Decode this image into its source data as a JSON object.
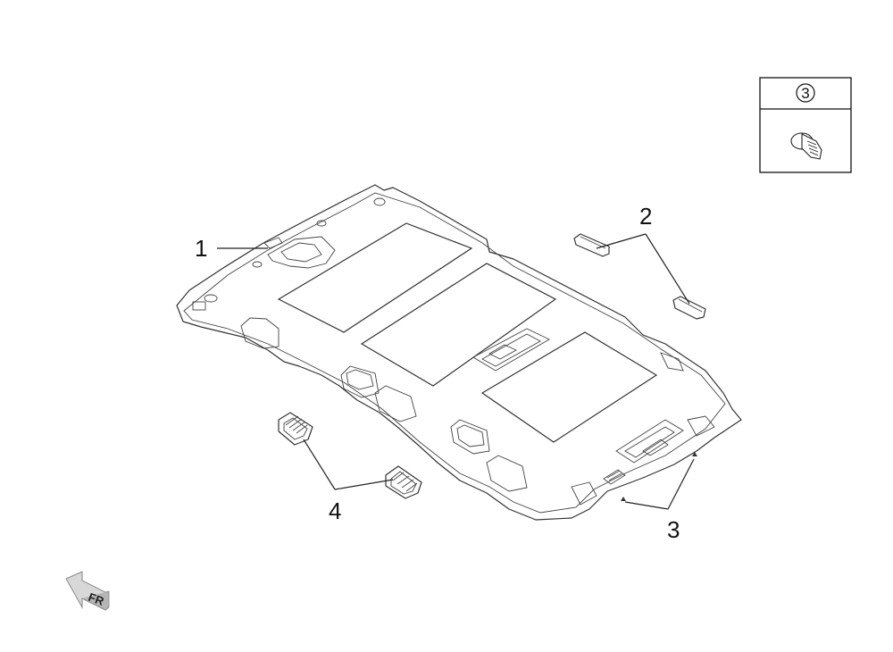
{
  "callouts": {
    "headliner": "1",
    "rear_trim": "2",
    "clip": "3",
    "vent": "4"
  },
  "legend": {
    "clip_number": "3"
  },
  "direction_marker": "FR"
}
